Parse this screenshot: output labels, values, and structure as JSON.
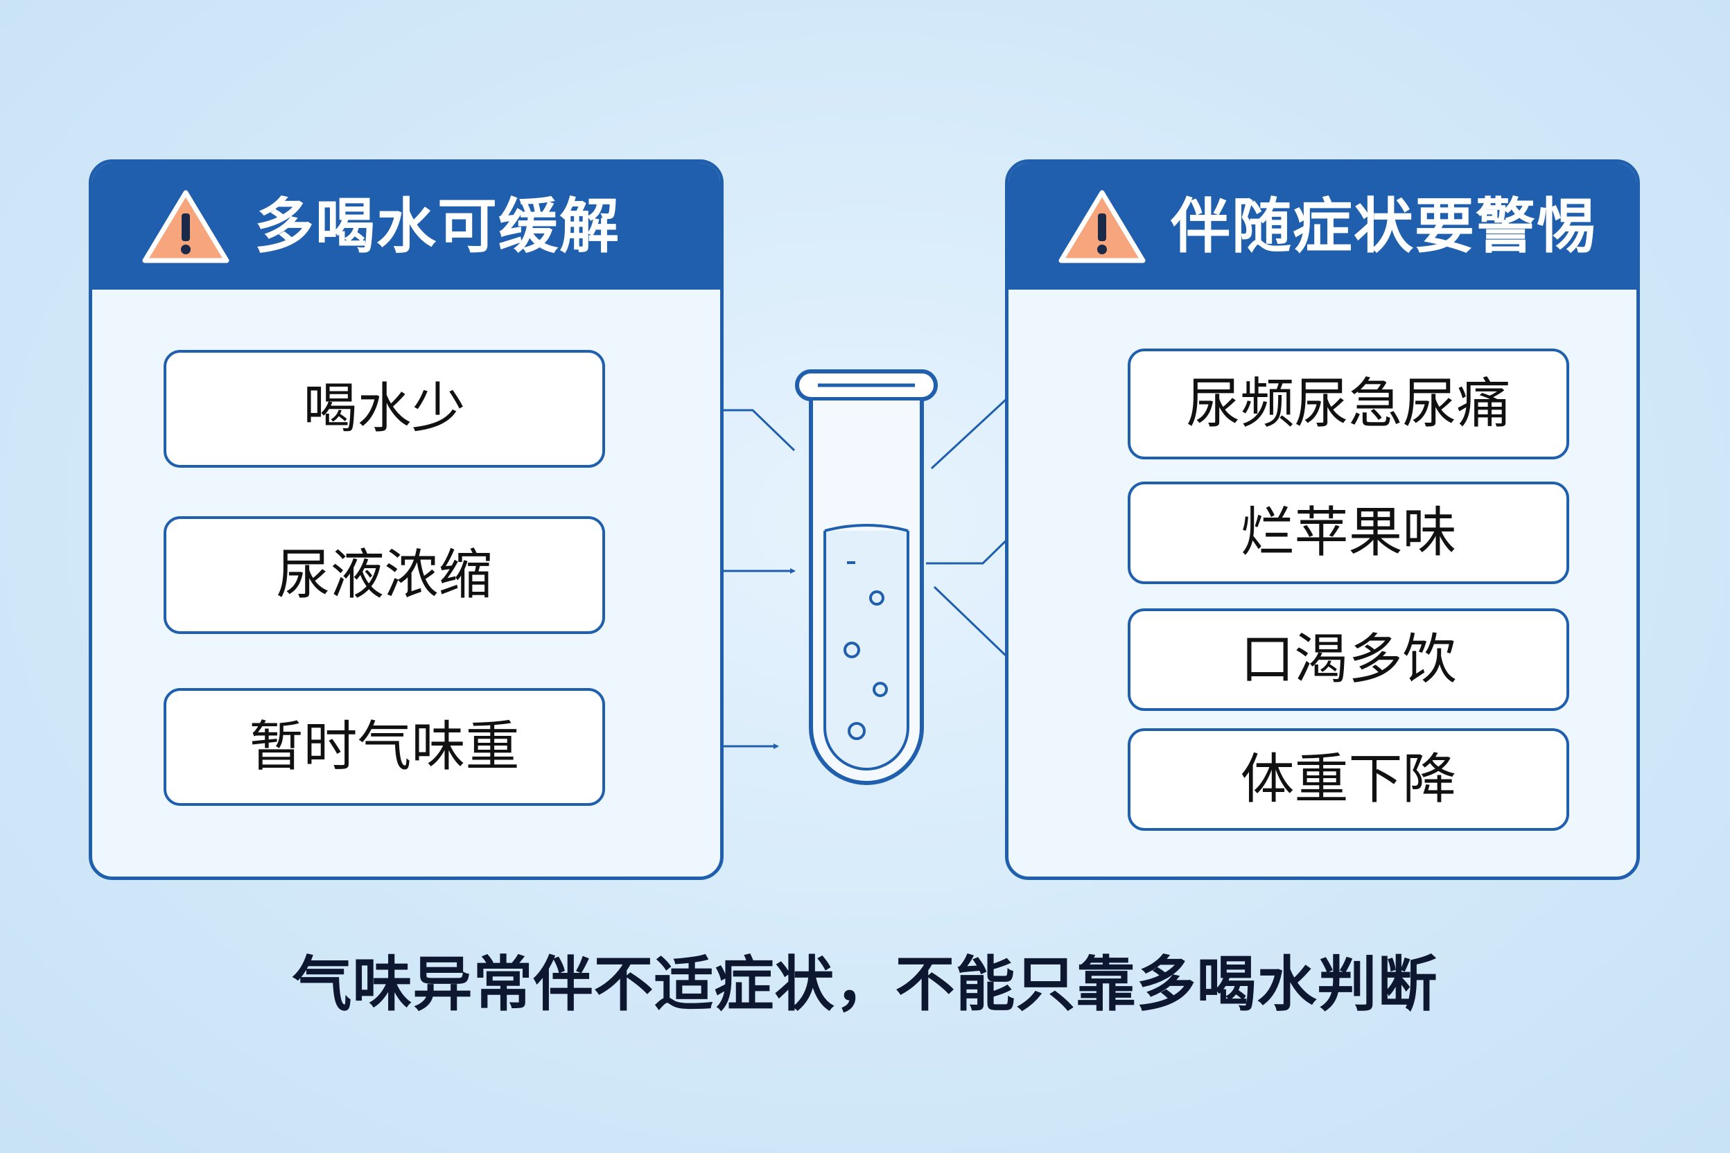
{
  "left_panel": {
    "title": "多喝水可缓解",
    "icon": "warning-triangle-icon",
    "items": [
      "喝水少",
      "尿液浓缩",
      "暂时气味重"
    ]
  },
  "right_panel": {
    "title": "伴随症状要警惕",
    "icon": "warning-triangle-icon",
    "items": [
      "尿频尿急尿痛",
      "烂苹果味",
      "口渴多饮",
      "体重下降"
    ]
  },
  "center": {
    "icon": "test-tube-icon"
  },
  "footer": {
    "text": "气味异常伴不适症状，不能只靠多喝水判断"
  },
  "colors": {
    "primary": "#1f5fae",
    "warning_fill": "#f7a57c",
    "background": "#d3e9f9"
  }
}
